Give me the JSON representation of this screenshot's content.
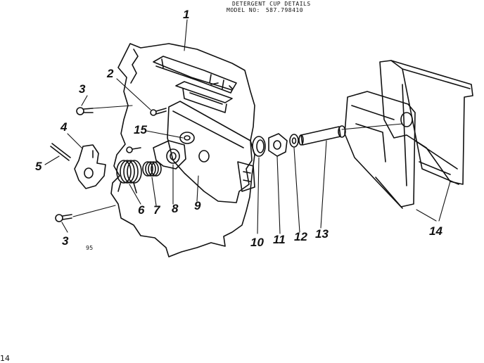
{
  "header": {
    "title": "DETERGENT CUP DETAILS",
    "model_label": "MODEL NO:",
    "model_number": "587.798410"
  },
  "stamp": "95",
  "page_number": "14",
  "callouts": [
    "1",
    "2",
    "3",
    "4",
    "5",
    "15",
    "6",
    "7",
    "8",
    "9",
    "10",
    "11",
    "12",
    "13",
    "14",
    "3"
  ]
}
